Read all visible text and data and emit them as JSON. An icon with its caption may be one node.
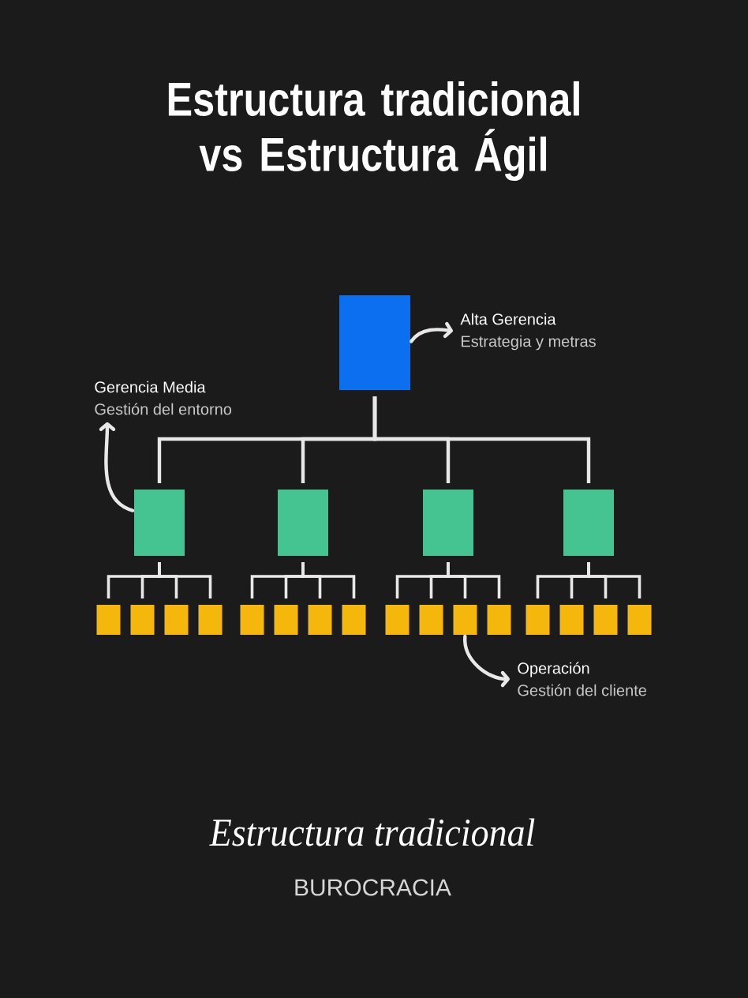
{
  "diagram": {
    "title": "Estructura tradicional vs Estructura Ágil",
    "nodes": [
      {
        "text": [],
        "shape": "box"
      },
      {
        "text": [
          "Alta Gerencia",
          "Estrategia y metras"
        ]
      },
      {
        "text": [
          "Gerencia Media",
          "Gestión del entorno"
        ]
      },
      {
        "text": [],
        "shape": "box"
      },
      {
        "text": [],
        "shape": "box"
      },
      {
        "text": [],
        "shape": "box"
      },
      {
        "text": [],
        "shape": "box"
      },
      {
        "text": [],
        "shape": "box"
      },
      {
        "text": [],
        "shape": "box"
      },
      {
        "text": [],
        "shape": "box"
      },
      {
        "text": [],
        "shape": "box"
      },
      {
        "text": [],
        "shape": "box"
      },
      {
        "text": [],
        "shape": "box"
      },
      {
        "text": [],
        "shape": "box"
      },
      {
        "text": [],
        "shape": "box"
      },
      {
        "text": [],
        "shape": "box"
      },
      {
        "text": [],
        "shape": "box"
      },
      {
        "text": [],
        "shape": "box"
      },
      {
        "text": [],
        "shape": "box"
      },
      {
        "text": [],
        "shape": "box"
      },
      {
        "text": [],
        "shape": "box"
      },
      {
        "text": [],
        "shape": "box"
      },
      {
        "text": [],
        "shape": "box"
      },
      {
        "text": [
          "Operación",
          "Gestión del cliente"
        ]
      }
    ],
    "edges": [
      {
        "from": 0,
        "to": 1,
        "arrow": "to"
      },
      {
        "from": 3,
        "to": 2,
        "arrow": "to"
      },
      {
        "from": 0,
        "to": 3,
        "arrow": "none"
      },
      {
        "from": 0,
        "to": 4,
        "arrow": "none"
      },
      {
        "from": 0,
        "to": 5,
        "arrow": "none"
      },
      {
        "from": 0,
        "to": 6,
        "arrow": "none"
      },
      {
        "from": 3,
        "to": 7,
        "arrow": "none"
      },
      {
        "from": 3,
        "to": 8,
        "arrow": "none"
      },
      {
        "from": 3,
        "to": 9,
        "arrow": "none"
      },
      {
        "from": 3,
        "to": 10,
        "arrow": "none"
      },
      {
        "from": 4,
        "to": 11,
        "arrow": "none"
      },
      {
        "from": 4,
        "to": 12,
        "arrow": "none"
      },
      {
        "from": 4,
        "to": 13,
        "arrow": "none"
      },
      {
        "from": 4,
        "to": 14,
        "arrow": "none"
      },
      {
        "from": 5,
        "to": 15,
        "arrow": "none"
      },
      {
        "from": 5,
        "to": 16,
        "arrow": "none"
      },
      {
        "from": 5,
        "to": 17,
        "arrow": "none"
      },
      {
        "from": 5,
        "to": 18,
        "arrow": "none"
      },
      {
        "from": 6,
        "to": 19,
        "arrow": "none"
      },
      {
        "from": 6,
        "to": 20,
        "arrow": "none"
      },
      {
        "from": 6,
        "to": 21,
        "arrow": "none"
      },
      {
        "from": 6,
        "to": 22,
        "arrow": "none"
      },
      {
        "from": 17,
        "to": 23,
        "arrow": "to"
      }
    ],
    "labels": [
      "Estructura tradicional",
      "BUROCRACIA"
    ]
  }
}
